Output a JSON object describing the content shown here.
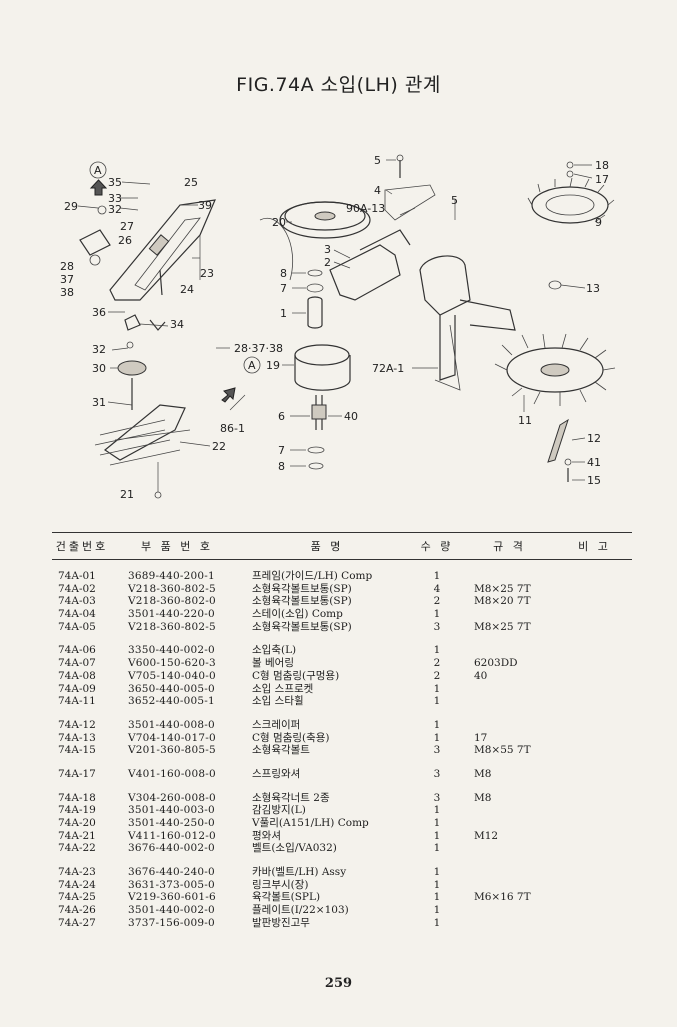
{
  "title": "FIG.74A 소입(LH) 관계",
  "diagram": {
    "labels": [
      "A",
      "35",
      "25",
      "33",
      "29",
      "32",
      "39",
      "27",
      "26",
      "28",
      "37",
      "38",
      "23",
      "24",
      "36",
      "34",
      "32",
      "30",
      "31",
      "22",
      "21",
      "28·37·38",
      "A",
      "86-1",
      "5",
      "4",
      "90A-13",
      "5",
      "20",
      "3",
      "2",
      "8",
      "7",
      "1",
      "19",
      "6",
      "40",
      "7",
      "8",
      "72A-1",
      "18",
      "17",
      "9",
      "13",
      "11",
      "12",
      "41",
      "15"
    ]
  },
  "table": {
    "headers": [
      "건출번호",
      "부 품 번 호",
      "품 명",
      "수 량",
      "규 격",
      "비 고"
    ],
    "groups": [
      [
        {
          "no": "74A-01",
          "part": "3689-440-200-1",
          "name": "프레임(가이드/LH) Comp",
          "qty": "1",
          "spec": ""
        },
        {
          "no": "74A-02",
          "part": "V218-360-802-5",
          "name": "소형육각볼트보통(SP)",
          "qty": "4",
          "spec": "M8×25 7T"
        },
        {
          "no": "74A-03",
          "part": "V218-360-802-0",
          "name": "소형육각볼트보통(SP)",
          "qty": "2",
          "spec": "M8×20 7T"
        },
        {
          "no": "74A-04",
          "part": "3501-440-220-0",
          "name": "스테이(소입) Comp",
          "qty": "1",
          "spec": ""
        },
        {
          "no": "74A-05",
          "part": "V218-360-802-5",
          "name": "소형육각볼트보통(SP)",
          "qty": "3",
          "spec": "M8×25 7T"
        }
      ],
      [
        {
          "no": "74A-06",
          "part": "3350-440-002-0",
          "name": "소입축(L)",
          "qty": "1",
          "spec": ""
        },
        {
          "no": "74A-07",
          "part": "V600-150-620-3",
          "name": "볼 베어링",
          "qty": "2",
          "spec": "6203DD"
        },
        {
          "no": "74A-08",
          "part": "V705-140-040-0",
          "name": "C형 멈춤링(구멍용)",
          "qty": "2",
          "spec": "40"
        },
        {
          "no": "74A-09",
          "part": "3650-440-005-0",
          "name": "소입 스프로켓",
          "qty": "1",
          "spec": ""
        },
        {
          "no": "74A-11",
          "part": "3652-440-005-1",
          "name": "소입 스타휠",
          "qty": "1",
          "spec": ""
        }
      ],
      [
        {
          "no": "74A-12",
          "part": "3501-440-008-0",
          "name": "스크레이퍼",
          "qty": "1",
          "spec": ""
        },
        {
          "no": "74A-13",
          "part": "V704-140-017-0",
          "name": "C형 멈춤링(축용)",
          "qty": "1",
          "spec": "17"
        },
        {
          "no": "74A-15",
          "part": "V201-360-805-5",
          "name": "소형육각볼트",
          "qty": "3",
          "spec": "M8×55 7T"
        }
      ],
      [
        {
          "no": "74A-17",
          "part": "V401-160-008-0",
          "name": "스프링와셔",
          "qty": "3",
          "spec": "M8"
        }
      ],
      [
        {
          "no": "74A-18",
          "part": "V304-260-008-0",
          "name": "소형육각너트 2종",
          "qty": "3",
          "spec": "M8"
        },
        {
          "no": "74A-19",
          "part": "3501-440-003-0",
          "name": "감김방지(L)",
          "qty": "1",
          "spec": ""
        },
        {
          "no": "74A-20",
          "part": "3501-440-250-0",
          "name": "V풀리(A151/LH) Comp",
          "qty": "1",
          "spec": ""
        },
        {
          "no": "74A-21",
          "part": "V411-160-012-0",
          "name": "평와셔",
          "qty": "1",
          "spec": "M12"
        },
        {
          "no": "74A-22",
          "part": "3676-440-002-0",
          "name": "벨트(소입/VA032)",
          "qty": "1",
          "spec": ""
        }
      ],
      [
        {
          "no": "74A-23",
          "part": "3676-440-240-0",
          "name": "카바(벨트/LH) Assy",
          "qty": "1",
          "spec": ""
        },
        {
          "no": "74A-24",
          "part": "3631-373-005-0",
          "name": "링크부시(장)",
          "qty": "1",
          "spec": ""
        },
        {
          "no": "74A-25",
          "part": "V219-360-601-6",
          "name": "육각볼트(SPL)",
          "qty": "1",
          "spec": "M6×16 7T"
        },
        {
          "no": "74A-26",
          "part": "3501-440-002-0",
          "name": "플레이트(I/22×103)",
          "qty": "1",
          "spec": ""
        },
        {
          "no": "74A-27",
          "part": "3737-156-009-0",
          "name": "발판방진고무",
          "qty": "1",
          "spec": ""
        }
      ]
    ]
  },
  "page_number": "259"
}
